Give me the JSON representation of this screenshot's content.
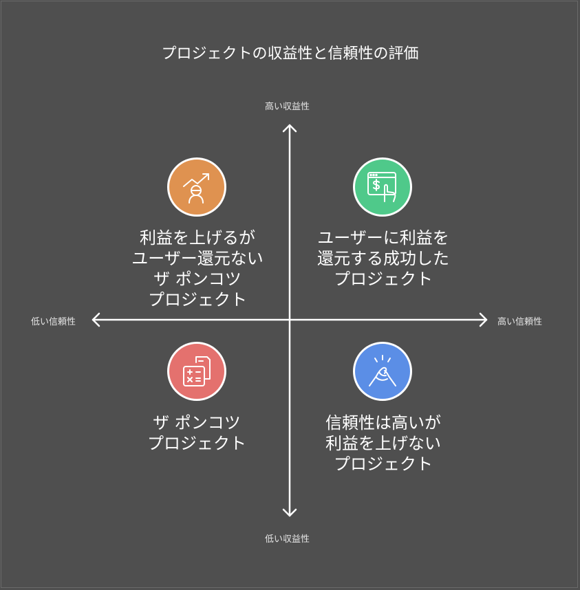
{
  "title": "プロジェクトの収益性と信頼性の評価",
  "axes": {
    "y_top": "高い収益性",
    "y_bottom": "低い収益性",
    "x_left": "低い信頼性",
    "x_right": "高い信頼性"
  },
  "quadrants": {
    "top_left": {
      "icon": "growth-chart-person-icon",
      "color": "#df9250",
      "lines": [
        "利益を上げるが",
        "ユーザー還元ない",
        "ザ ポンコツ",
        "プロジェクト"
      ]
    },
    "top_right": {
      "icon": "web-payment-hand-icon",
      "color": "#4fc98a",
      "lines": [
        "ユーザーに利益を",
        "還元する成功した",
        "プロジェクト"
      ]
    },
    "bottom_left": {
      "icon": "calculator-document-icon",
      "color": "#e4716e",
      "lines": [
        "ザ ポンコツ",
        "プロジェクト"
      ]
    },
    "bottom_right": {
      "icon": "handshake-icon",
      "color": "#5b8ee6",
      "lines": [
        "信頼性は高いが",
        "利益を上げない",
        "プロジェクト"
      ]
    }
  }
}
